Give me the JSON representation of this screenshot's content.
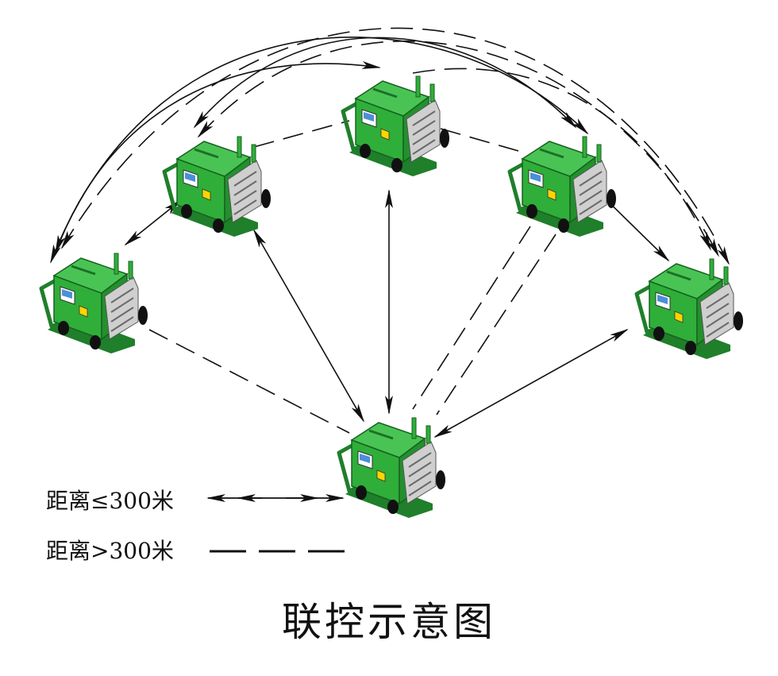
{
  "title": "联控示意图",
  "legend": {
    "solid_label": "距离≤300米",
    "dashed_label": "距离>300米"
  },
  "colors": {
    "machine_green": "#2fae3a",
    "machine_dark_green": "#1f7f2a",
    "link_stroke": "#111111",
    "background": "#ffffff"
  },
  "machines": [
    {
      "id": "left"
    },
    {
      "id": "upper-left"
    },
    {
      "id": "top-center"
    },
    {
      "id": "upper-right"
    },
    {
      "id": "right"
    },
    {
      "id": "bottom-center"
    }
  ],
  "links": [
    {
      "from": "left",
      "to": "upper-left",
      "type": "solid"
    },
    {
      "from": "upper-left",
      "to": "bottom-center",
      "type": "solid"
    },
    {
      "from": "top-center",
      "to": "bottom-center",
      "type": "solid"
    },
    {
      "from": "upper-right",
      "to": "right",
      "type": "solid"
    },
    {
      "from": "right",
      "to": "bottom-center",
      "type": "solid"
    },
    {
      "from": "upper-left",
      "to": "top-center",
      "type": "dashed"
    },
    {
      "from": "top-center",
      "to": "upper-right",
      "type": "dashed"
    },
    {
      "from": "left",
      "to": "bottom-center",
      "type": "dashed"
    },
    {
      "from": "upper-right",
      "to": "bottom-center",
      "type": "dashed"
    },
    {
      "from": "left",
      "to": "top-center",
      "type": "solid-arc"
    },
    {
      "from": "left",
      "to": "upper-right",
      "type": "solid-arc"
    },
    {
      "from": "upper-left",
      "to": "upper-right",
      "type": "solid-arc"
    },
    {
      "from": "left",
      "to": "right",
      "type": "dashed-arc"
    },
    {
      "from": "upper-left",
      "to": "right",
      "type": "dashed-arc"
    },
    {
      "from": "top-center",
      "to": "right",
      "type": "dashed-arc"
    }
  ]
}
